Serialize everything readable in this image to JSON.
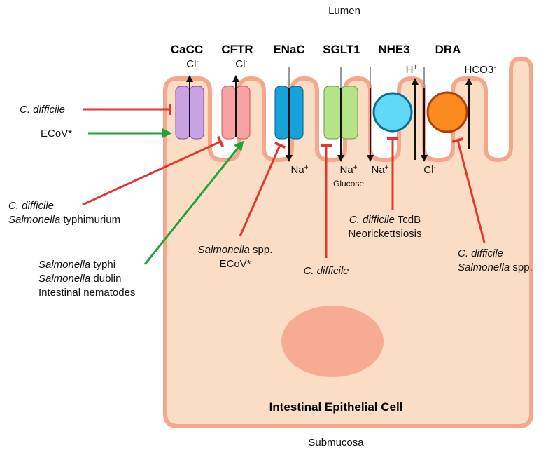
{
  "compartments": {
    "top": "Lumen",
    "bottom": "Submucosa"
  },
  "cell": {
    "title": "Intestinal Epithelial Cell"
  },
  "channels": [
    {
      "id": "cacc",
      "name": "CaCC",
      "ion": "Cl",
      "sup": "-",
      "color": "#c9a2e3"
    },
    {
      "id": "cftr",
      "name": "CFTR",
      "ion": "Cl",
      "sup": "-",
      "color": "#f7a3a3"
    },
    {
      "id": "enac",
      "name": "ENaC",
      "ion": "Na",
      "sup": "+",
      "color": "#16a2dd"
    },
    {
      "id": "sglt1",
      "name": "SGLT1",
      "ion": "Na",
      "sup": "+",
      "sub": "Glucose",
      "color": "#b6e38a"
    },
    {
      "id": "nhe3",
      "name": "NHE3",
      "ion_out": "H",
      "sup_out": "+",
      "ion_in": "Na",
      "sup_in": "+",
      "color": "#5fd9f7"
    },
    {
      "id": "dra",
      "name": "DRA",
      "ion_out": "HCO3",
      "sup_out": "-",
      "ion_in": "Cl",
      "sup_in": "-",
      "color": "#f98a1d"
    }
  ],
  "effectors": {
    "cacc_inhibit": {
      "italic": "C. difficile",
      "rest": ""
    },
    "cacc_activate": {
      "text": "ECoV*"
    },
    "cftr_inhibit": {
      "line1_italic": "C. difficile",
      "line2_italic": "Salmonella",
      "line2_rest": " typhimurium"
    },
    "cftr_activate": {
      "line1_italic": "Salmonella",
      "line1_rest": " typhi",
      "line2_italic": "Salmonella",
      "line2_rest": " dublin",
      "line3": "Intestinal nematodes"
    },
    "enac_inhibit": {
      "line1_italic": "Salmonella",
      "line1_rest": " spp.",
      "line2": "ECoV*"
    },
    "sglt1_inhibit": {
      "italic": "C. difficile"
    },
    "nhe3_inhibit": {
      "line1_italic": "C. difficile",
      "line1_rest": " TcdB",
      "line2": "Neorickettsiosis"
    },
    "dra_inhibit": {
      "line1_italic": "C. difficile",
      "line2_italic": "Salmonella",
      "line2_rest": " spp."
    }
  },
  "colors": {
    "cell_fill": "#fbdcc4",
    "cell_stroke": "#f4a78c",
    "nucleus": "#f7ab93",
    "inhibit": "#e0382f",
    "activate": "#1fa33a"
  }
}
